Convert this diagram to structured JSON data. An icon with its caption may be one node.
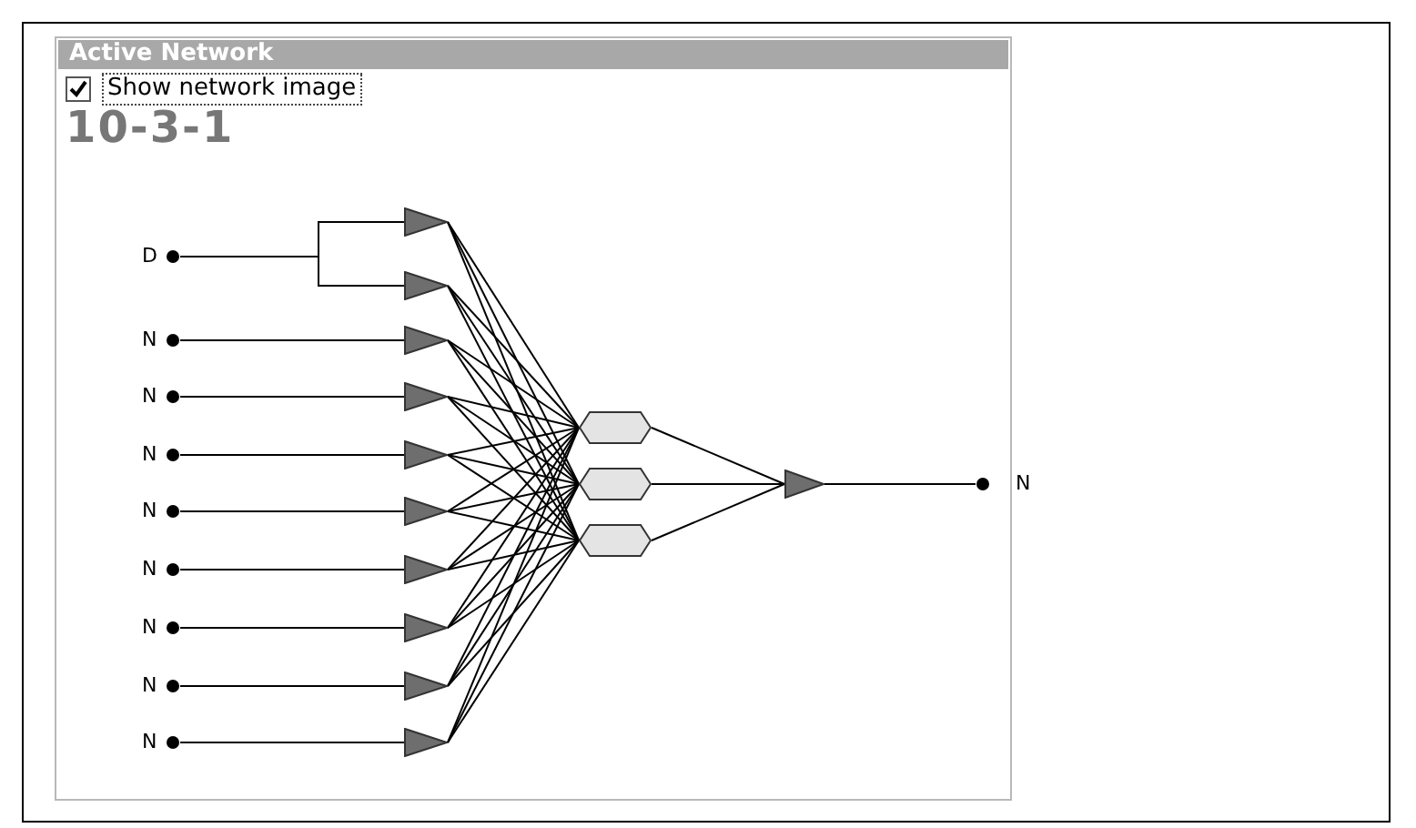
{
  "diagram": {
    "title": "Active Network",
    "nodes": [
      {
        "text": [],
        "shape": "circle",
        "beside": [
          "D"
        ]
      },
      {
        "text": [],
        "shape": "circle",
        "beside": [
          "N"
        ]
      },
      {
        "text": [],
        "shape": "circle",
        "beside": [
          "N"
        ]
      },
      {
        "text": [],
        "shape": "circle",
        "beside": [
          "N"
        ]
      },
      {
        "text": [],
        "shape": "circle",
        "beside": [
          "N"
        ]
      },
      {
        "text": [],
        "shape": "circle",
        "beside": [
          "N"
        ]
      },
      {
        "text": [],
        "shape": "circle",
        "beside": [
          "N"
        ]
      },
      {
        "text": [],
        "shape": "circle",
        "beside": [
          "N"
        ]
      },
      {
        "text": [],
        "shape": "circle",
        "beside": [
          "N"
        ]
      },
      {
        "text": [],
        "shape": "triangle"
      },
      {
        "text": [],
        "shape": "triangle"
      },
      {
        "text": [],
        "shape": "triangle"
      },
      {
        "text": [],
        "shape": "triangle"
      },
      {
        "text": [],
        "shape": "triangle"
      },
      {
        "text": [],
        "shape": "triangle"
      },
      {
        "text": [],
        "shape": "triangle"
      },
      {
        "text": [],
        "shape": "triangle"
      },
      {
        "text": [],
        "shape": "triangle"
      },
      {
        "text": [],
        "shape": "triangle"
      },
      {
        "text": [],
        "shape": "hexagon"
      },
      {
        "text": [],
        "shape": "hexagon"
      },
      {
        "text": [],
        "shape": "hexagon"
      },
      {
        "text": [],
        "shape": "triangle"
      },
      {
        "text": [],
        "shape": "circle",
        "beside": [
          "N"
        ]
      }
    ],
    "edges": [
      {
        "from": 0,
        "to": 9,
        "arrow": "none"
      },
      {
        "from": 0,
        "to": 10,
        "arrow": "none"
      },
      {
        "from": 1,
        "to": 11,
        "arrow": "none"
      },
      {
        "from": 2,
        "to": 12,
        "arrow": "none"
      },
      {
        "from": 3,
        "to": 13,
        "arrow": "none"
      },
      {
        "from": 4,
        "to": 14,
        "arrow": "none"
      },
      {
        "from": 5,
        "to": 15,
        "arrow": "none"
      },
      {
        "from": 6,
        "to": 16,
        "arrow": "none"
      },
      {
        "from": 7,
        "to": 17,
        "arrow": "none"
      },
      {
        "from": 8,
        "to": 18,
        "arrow": "none"
      },
      {
        "from": 9,
        "to": 19,
        "arrow": "none"
      },
      {
        "from": 9,
        "to": 20,
        "arrow": "none"
      },
      {
        "from": 9,
        "to": 21,
        "arrow": "none"
      },
      {
        "from": 10,
        "to": 19,
        "arrow": "none"
      },
      {
        "from": 10,
        "to": 20,
        "arrow": "none"
      },
      {
        "from": 10,
        "to": 21,
        "arrow": "none"
      },
      {
        "from": 11,
        "to": 19,
        "arrow": "none"
      },
      {
        "from": 11,
        "to": 20,
        "arrow": "none"
      },
      {
        "from": 11,
        "to": 21,
        "arrow": "none"
      },
      {
        "from": 12,
        "to": 19,
        "arrow": "none"
      },
      {
        "from": 12,
        "to": 20,
        "arrow": "none"
      },
      {
        "from": 12,
        "to": 21,
        "arrow": "none"
      },
      {
        "from": 13,
        "to": 19,
        "arrow": "none"
      },
      {
        "from": 13,
        "to": 20,
        "arrow": "none"
      },
      {
        "from": 13,
        "to": 21,
        "arrow": "none"
      },
      {
        "from": 14,
        "to": 19,
        "arrow": "none"
      },
      {
        "from": 14,
        "to": 20,
        "arrow": "none"
      },
      {
        "from": 14,
        "to": 21,
        "arrow": "none"
      },
      {
        "from": 15,
        "to": 19,
        "arrow": "none"
      },
      {
        "from": 15,
        "to": 20,
        "arrow": "none"
      },
      {
        "from": 15,
        "to": 21,
        "arrow": "none"
      },
      {
        "from": 16,
        "to": 19,
        "arrow": "none"
      },
      {
        "from": 16,
        "to": 20,
        "arrow": "none"
      },
      {
        "from": 16,
        "to": 21,
        "arrow": "none"
      },
      {
        "from": 17,
        "to": 19,
        "arrow": "none"
      },
      {
        "from": 17,
        "to": 20,
        "arrow": "none"
      },
      {
        "from": 17,
        "to": 21,
        "arrow": "none"
      },
      {
        "from": 18,
        "to": 19,
        "arrow": "none"
      },
      {
        "from": 18,
        "to": 20,
        "arrow": "none"
      },
      {
        "from": 18,
        "to": 21,
        "arrow": "none"
      },
      {
        "from": 19,
        "to": 22,
        "arrow": "none"
      },
      {
        "from": 20,
        "to": 22,
        "arrow": "none"
      },
      {
        "from": 21,
        "to": 22,
        "arrow": "none"
      },
      {
        "from": 22,
        "to": 23,
        "arrow": "none"
      }
    ],
    "labels": [
      "Show network image",
      "10-3-1"
    ]
  }
}
